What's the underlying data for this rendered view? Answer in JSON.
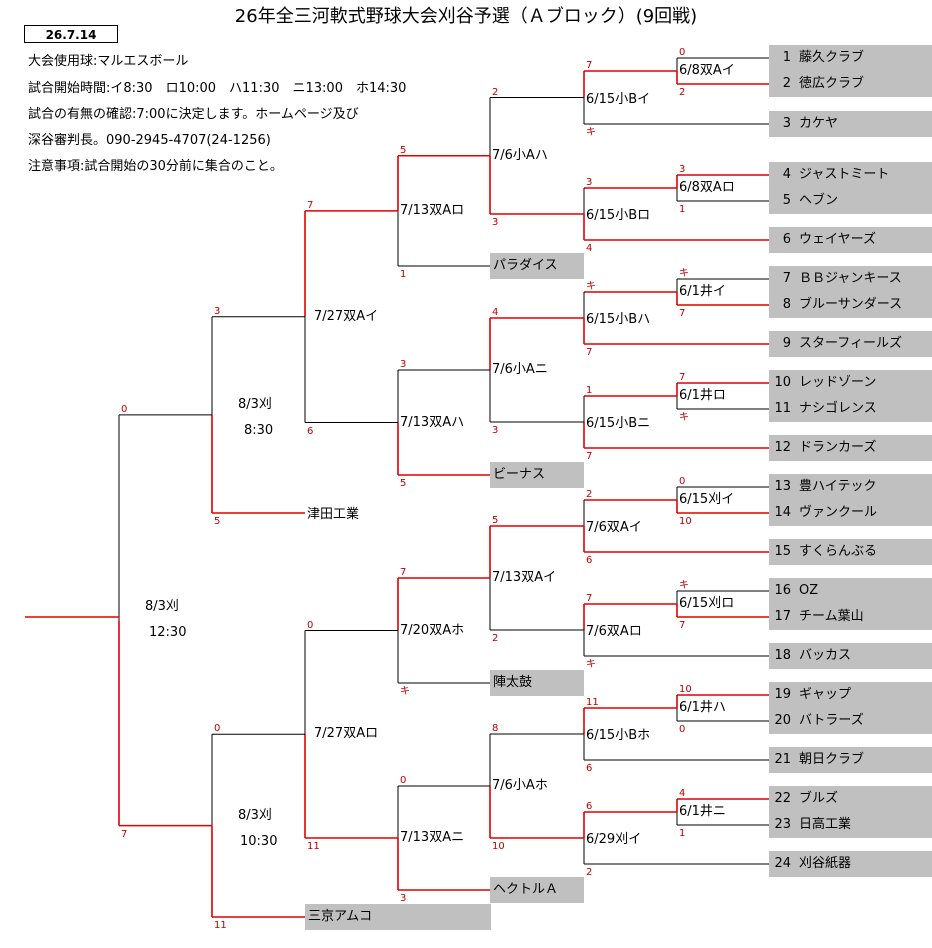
{
  "header": {
    "title": "26年全三河軟式野球大会刈谷予選（Ａブロック）(9回戦)",
    "date": "26.7.14"
  },
  "info": [
    "大会使用球:マルエスボール",
    "試合開始時間:イ8:30　ロ10:00　ハ11:30　ニ13:00　ホ14:30",
    "試合の有無の確認:7:00に決定します。ホームページ及び",
    "深谷審判長。090-2945-4707(24-1256)",
    "注意事項:試合開始の30分前に集合のこと。"
  ],
  "teams": [
    {
      "no": "1",
      "name": "藤久クラブ"
    },
    {
      "no": "2",
      "name": "徳広クラブ"
    },
    {
      "no": "3",
      "name": "カケヤ"
    },
    {
      "no": "4",
      "name": "ジャストミート"
    },
    {
      "no": "5",
      "name": "ヘブン"
    },
    {
      "no": "6",
      "name": "ウェイヤーズ"
    },
    {
      "no": "7",
      "name": "ＢＢジャンキース"
    },
    {
      "no": "8",
      "name": "ブルーサンダース"
    },
    {
      "no": "9",
      "name": "スターフィールズ"
    },
    {
      "no": "10",
      "name": "レッドゾーン"
    },
    {
      "no": "11",
      "name": "ナシゴレンス"
    },
    {
      "no": "12",
      "name": "ドランカーズ"
    },
    {
      "no": "13",
      "name": "豊ハイテック"
    },
    {
      "no": "14",
      "name": "ヴァンクール"
    },
    {
      "no": "15",
      "name": "すくらんぶる"
    },
    {
      "no": "16",
      "name": "OZ"
    },
    {
      "no": "17",
      "name": "チーム葉山"
    },
    {
      "no": "18",
      "name": "バッカス"
    },
    {
      "no": "19",
      "name": "ギャップ"
    },
    {
      "no": "20",
      "name": "バトラーズ"
    },
    {
      "no": "21",
      "name": "朝日クラブ"
    },
    {
      "no": "22",
      "name": "ブルズ"
    },
    {
      "no": "23",
      "name": "日高工業"
    },
    {
      "no": "24",
      "name": "刈谷紙器"
    }
  ],
  "seeds": [
    "パラダイス",
    "ビーナス",
    "陣太鼓",
    "ヘクトルＡ",
    "三京アムコ",
    "津田工業"
  ],
  "matches": {
    "r1": [
      "6/8双Aイ",
      "6/8双Aロ",
      "6/1井イ",
      "6/1井ロ",
      "6/15刈イ",
      "6/15刈ロ",
      "6/1井ハ",
      "6/1井ニ"
    ],
    "r2": [
      "6/15小Bイ",
      "6/15小Bロ",
      "6/15小Bハ",
      "6/15小Bニ",
      "7/6双Aイ",
      "7/6双Aロ",
      "6/15小Bホ",
      "6/29刈イ"
    ],
    "r3": [
      "7/6小Aハ",
      "7/6小Aニ",
      "7/13双Aイ",
      "7/6小Aホ"
    ],
    "r4": [
      "7/13双Aロ",
      "7/13双Aハ",
      "7/20双Aホ",
      "7/13双Aニ"
    ],
    "r5": [
      "7/27双Aイ",
      "7/27双Aロ"
    ],
    "r6a": [
      "8/3刈",
      "8:30"
    ],
    "r6b": [
      "8/3刈",
      "10:30"
    ],
    "final": [
      "8/3刈",
      "12:30"
    ]
  },
  "scores": {
    "r1": [
      [
        "0",
        "2"
      ],
      [
        "3",
        "1"
      ],
      [
        "キ",
        "7"
      ],
      [
        "7",
        "キ"
      ],
      [
        "0",
        "10"
      ],
      [
        "キ",
        "7"
      ],
      [
        "10",
        "0"
      ],
      [
        "4",
        "1"
      ]
    ],
    "r2": [
      [
        "7",
        "キ"
      ],
      [
        "3",
        "4"
      ],
      [
        "キ",
        "7"
      ],
      [
        "1",
        "7"
      ],
      [
        "2",
        "6"
      ],
      [
        "7",
        "キ"
      ],
      [
        "11",
        "6"
      ],
      [
        "6",
        "2"
      ]
    ],
    "r3": [
      [
        "2",
        "3"
      ],
      [
        "4",
        "3"
      ],
      [
        "5",
        "2"
      ],
      [
        "8",
        "10"
      ]
    ],
    "r4": [
      [
        "5",
        "1"
      ],
      [
        "3",
        "5"
      ],
      [
        "7",
        "キ"
      ],
      [
        "0",
        "3"
      ]
    ],
    "r5": [
      [
        "7",
        "6"
      ],
      [
        "0",
        "11"
      ]
    ],
    "r6": [
      [
        "3",
        "5"
      ],
      [
        "0",
        "11"
      ]
    ],
    "final": [
      "0",
      "7"
    ]
  }
}
